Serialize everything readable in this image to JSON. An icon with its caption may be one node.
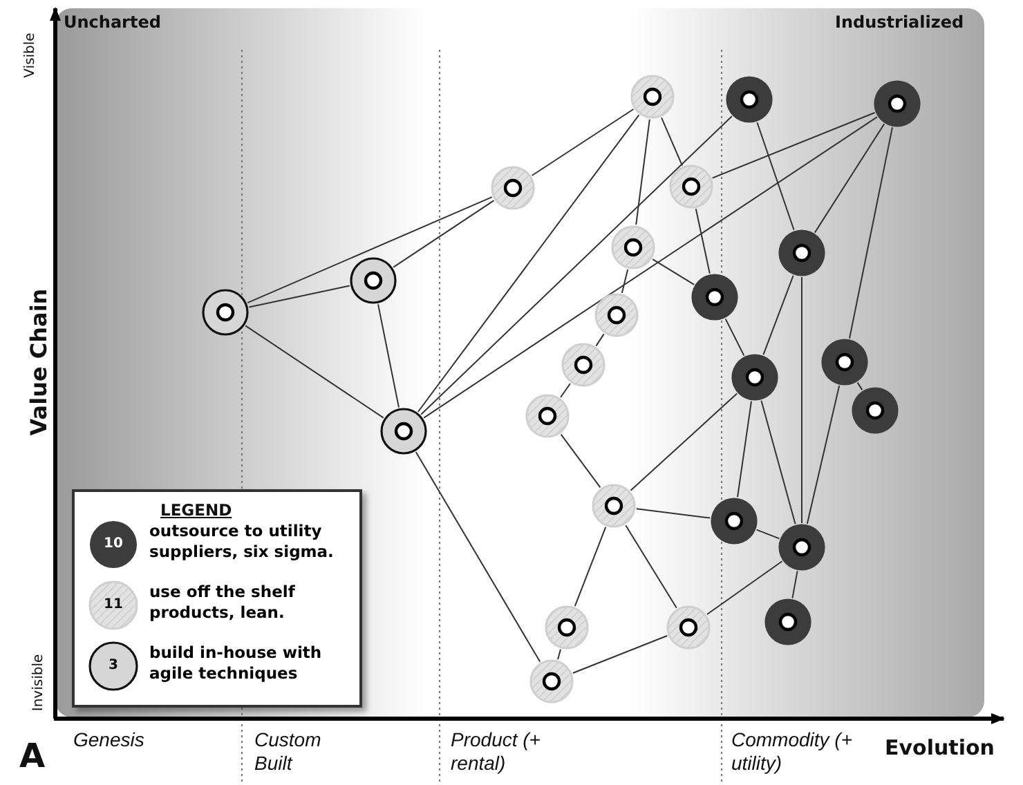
{
  "diagram": {
    "nodes": [
      {
        "text": [],
        "shape": "circle"
      },
      {
        "text": [],
        "shape": "circle"
      },
      {
        "text": [],
        "shape": "circle"
      },
      {
        "text": [],
        "shape": "circle"
      },
      {
        "text": [],
        "shape": "circle"
      },
      {
        "text": [],
        "shape": "circle"
      },
      {
        "text": [],
        "shape": "circle"
      },
      {
        "text": [],
        "shape": "circle"
      },
      {
        "text": [],
        "shape": "circle"
      },
      {
        "text": [],
        "shape": "circle"
      },
      {
        "text": [],
        "shape": "circle"
      },
      {
        "text": [],
        "shape": "circle"
      },
      {
        "text": [],
        "shape": "circle"
      },
      {
        "text": [],
        "shape": "circle"
      },
      {
        "text": [],
        "shape": "circle"
      },
      {
        "text": [],
        "shape": "circle"
      },
      {
        "text": [],
        "shape": "circle"
      },
      {
        "text": [],
        "shape": "circle"
      },
      {
        "text": [],
        "shape": "circle"
      },
      {
        "text": [],
        "shape": "circle"
      },
      {
        "text": [],
        "shape": "circle"
      },
      {
        "text": [],
        "shape": "circle"
      },
      {
        "text": [],
        "shape": "circle"
      },
      {
        "text": [],
        "shape": "circle"
      }
    ],
    "edges": [
      {
        "from": 9,
        "to": 3,
        "arrow": "none"
      },
      {
        "from": 9,
        "to": 7,
        "arrow": "none"
      },
      {
        "from": 7,
        "to": 3,
        "arrow": "none"
      },
      {
        "from": 9,
        "to": 16,
        "arrow": "none"
      },
      {
        "from": 7,
        "to": 16,
        "arrow": "none"
      },
      {
        "from": 16,
        "to": 0,
        "arrow": "none"
      },
      {
        "from": 16,
        "to": 1,
        "arrow": "none"
      },
      {
        "from": 16,
        "to": 2,
        "arrow": "none"
      },
      {
        "from": 16,
        "to": 23,
        "arrow": "none"
      },
      {
        "from": 3,
        "to": 0,
        "arrow": "none"
      },
      {
        "from": 0,
        "to": 5,
        "arrow": "none"
      },
      {
        "from": 0,
        "to": 4,
        "arrow": "none"
      },
      {
        "from": 1,
        "to": 6,
        "arrow": "none"
      },
      {
        "from": 2,
        "to": 4,
        "arrow": "none"
      },
      {
        "from": 2,
        "to": 6,
        "arrow": "none"
      },
      {
        "from": 2,
        "to": 12,
        "arrow": "none"
      },
      {
        "from": 12,
        "to": 19,
        "arrow": "none"
      },
      {
        "from": 12,
        "to": 14,
        "arrow": "none"
      },
      {
        "from": 4,
        "to": 8,
        "arrow": "none"
      },
      {
        "from": 5,
        "to": 8,
        "arrow": "none"
      },
      {
        "from": 5,
        "to": 10,
        "arrow": "none"
      },
      {
        "from": 10,
        "to": 11,
        "arrow": "none"
      },
      {
        "from": 11,
        "to": 15,
        "arrow": "none"
      },
      {
        "from": 8,
        "to": 13,
        "arrow": "none"
      },
      {
        "from": 6,
        "to": 13,
        "arrow": "none"
      },
      {
        "from": 6,
        "to": 19,
        "arrow": "none"
      },
      {
        "from": 13,
        "to": 17,
        "arrow": "none"
      },
      {
        "from": 13,
        "to": 18,
        "arrow": "none"
      },
      {
        "from": 13,
        "to": 19,
        "arrow": "none"
      },
      {
        "from": 15,
        "to": 17,
        "arrow": "none"
      },
      {
        "from": 17,
        "to": 18,
        "arrow": "none"
      },
      {
        "from": 18,
        "to": 19,
        "arrow": "none"
      },
      {
        "from": 17,
        "to": 21,
        "arrow": "none"
      },
      {
        "from": 17,
        "to": 22,
        "arrow": "none"
      },
      {
        "from": 21,
        "to": 23,
        "arrow": "none"
      },
      {
        "from": 22,
        "to": 23,
        "arrow": "none"
      },
      {
        "from": 22,
        "to": 19,
        "arrow": "none"
      },
      {
        "from": 19,
        "to": 20,
        "arrow": "none"
      }
    ],
    "labels": [
      "Uncharted",
      "Industrialized",
      "Visible",
      "Value Chain",
      "LEGEND",
      "10",
      "11",
      "3",
      "Invisible",
      "A",
      "Genesis",
      "Custom Built",
      "Product (+ rental)",
      "Commodity (+ utility)",
      "Evolution"
    ],
    "legend": [
      {
        "text": "outsource to utility suppliers, six sigma."
      },
      {
        "text": "use off the shelf products, lean."
      },
      {
        "text": "build in-house with agile techniques"
      }
    ]
  }
}
